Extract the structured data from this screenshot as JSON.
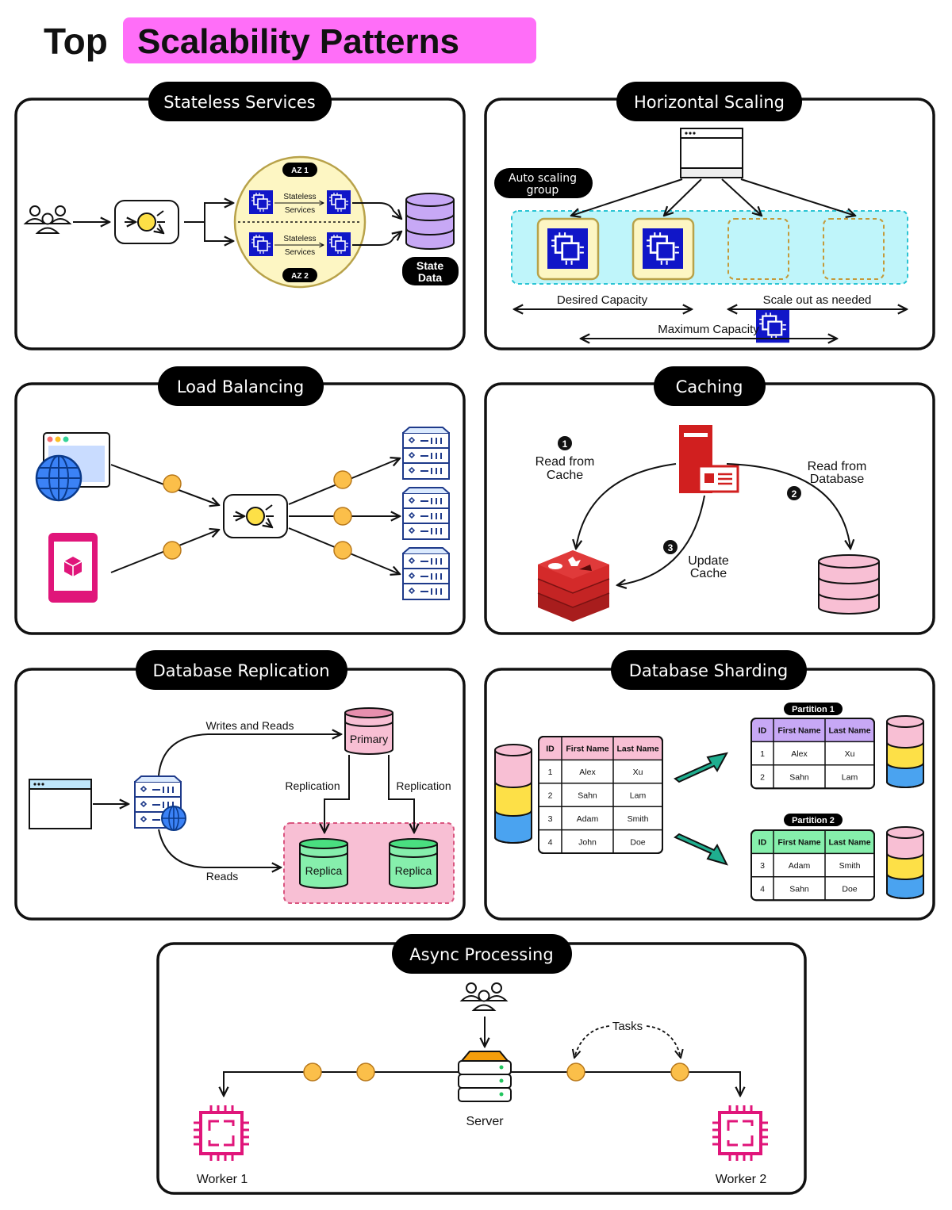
{
  "title": {
    "prefix": "Top",
    "highlight": "Scalability Patterns",
    "highlight_color": "#ff6ef8"
  },
  "panels": {
    "stateless": {
      "label": "Stateless Services",
      "az1": "AZ 1",
      "az2": "AZ 2",
      "svc_line1": "Stateless",
      "svc_line2": "Services",
      "state_line1": "State",
      "state_line2": "Data"
    },
    "horizontal": {
      "label": "Horizontal Scaling",
      "asg_line1": "Auto scaling",
      "asg_line2": "group",
      "desired": "Desired Capacity",
      "scale_out": "Scale out as needed",
      "maximum": "Maximum Capacity"
    },
    "load_balancing": {
      "label": "Load Balancing"
    },
    "caching": {
      "label": "Caching",
      "step1": "1",
      "step2": "2",
      "step3": "3",
      "read_cache_1": "Read from",
      "read_cache_2": "Cache",
      "read_db_1": "Read from",
      "read_db_2": "Database",
      "update_1": "Update",
      "update_2": "Cache"
    },
    "replication": {
      "label": "Database Replication",
      "writes_reads": "Writes and Reads",
      "reads": "Reads",
      "primary": "Primary",
      "replication_left": "Replication",
      "replication_right": "Replication",
      "replica_1": "Replica",
      "replica_2": "Replica"
    },
    "sharding": {
      "label": "Database Sharding",
      "columns": [
        "ID",
        "First Name",
        "Last Name"
      ],
      "rows": [
        [
          "1",
          "Alex",
          "Xu"
        ],
        [
          "2",
          "Sahn",
          "Lam"
        ],
        [
          "3",
          "Adam",
          "Smith"
        ],
        [
          "4",
          "John",
          "Doe"
        ]
      ],
      "partition1": {
        "label": "Partition 1",
        "rows": [
          [
            "1",
            "Alex",
            "Xu"
          ],
          [
            "2",
            "Sahn",
            "Lam"
          ]
        ]
      },
      "partition2": {
        "label": "Partition 2",
        "rows": [
          [
            "3",
            "Adam",
            "Smith"
          ],
          [
            "4",
            "Sahn",
            "Doe"
          ]
        ]
      }
    },
    "async": {
      "label": "Async Processing",
      "tasks": "Tasks",
      "server": "Server",
      "worker1": "Worker 1",
      "worker2": "Worker 2"
    }
  },
  "colors": {
    "dark": "#111111",
    "dot": "#fbbf4a",
    "chip": "#1016c8",
    "cyan": "#bff5fa",
    "purple": "#c7a8f5",
    "pink": "#f8bfd4",
    "yellow": "#fde047",
    "blue": "#4aa3f0",
    "green": "#86efac",
    "magenta": "#e0157a",
    "redis": "#d42a2a",
    "teal": "#1fae8f"
  }
}
